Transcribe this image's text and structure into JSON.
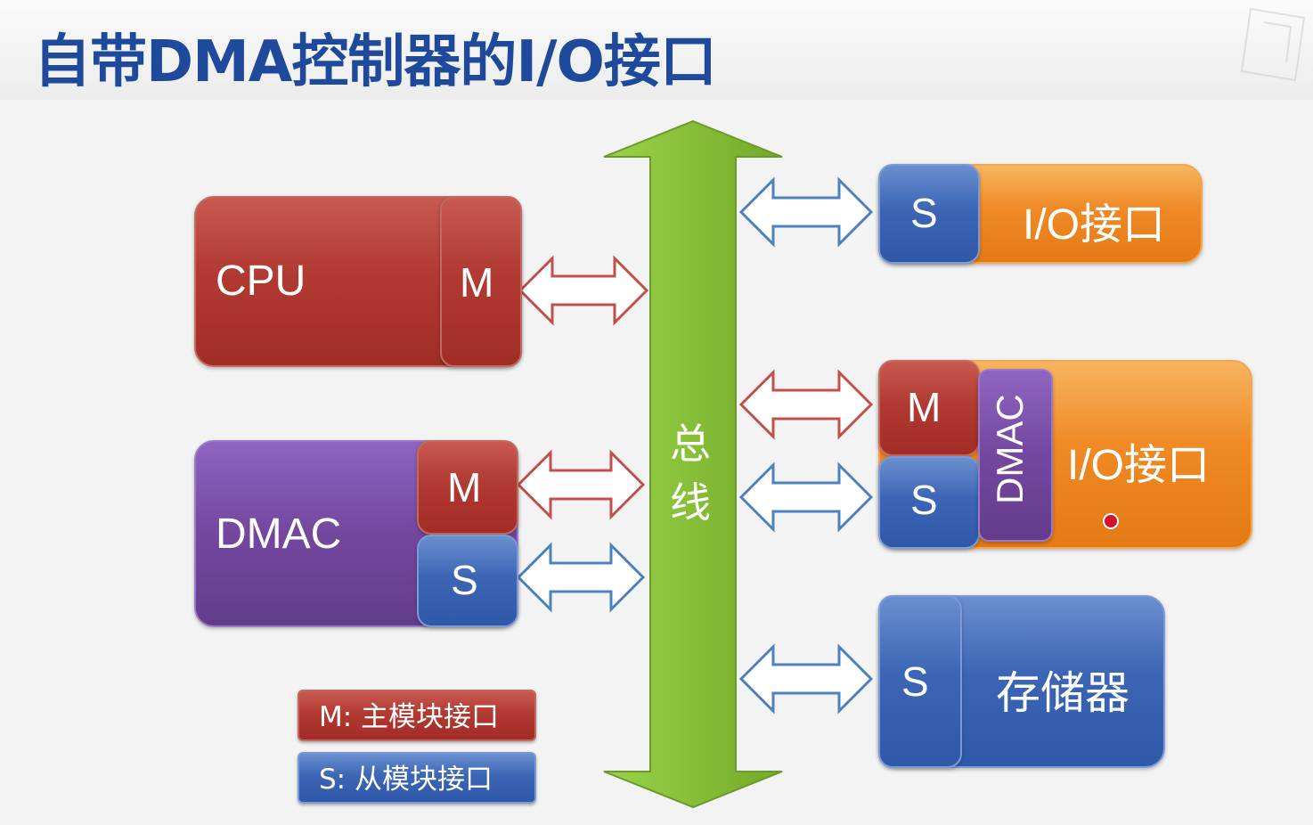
{
  "slide": {
    "title": "自带DMA控制器的I/O接口"
  },
  "bus": {
    "label_line1": "总",
    "label_line2": "线",
    "color": "#8cc43c"
  },
  "cpu": {
    "label": "CPU",
    "port": "M"
  },
  "dmac_left": {
    "label": "DMAC",
    "port_master": "M",
    "port_slave": "S"
  },
  "io_top": {
    "label": "I/O接口",
    "port": "S"
  },
  "io_middle": {
    "label": "I/O接口",
    "port_master": "M",
    "port_slave": "S",
    "dmac_label": "DMAC"
  },
  "memory": {
    "label": "存储器",
    "port": "S"
  },
  "legend": {
    "master": "M: 主模块接口",
    "slave": "S: 从模块接口"
  },
  "colors": {
    "master": "#b13a32",
    "slave": "#3c66b5",
    "dmac": "#74479f",
    "io": "#ef8a25",
    "arrow_master_stroke": "#c0504d",
    "arrow_slave_stroke": "#4f81bd"
  }
}
